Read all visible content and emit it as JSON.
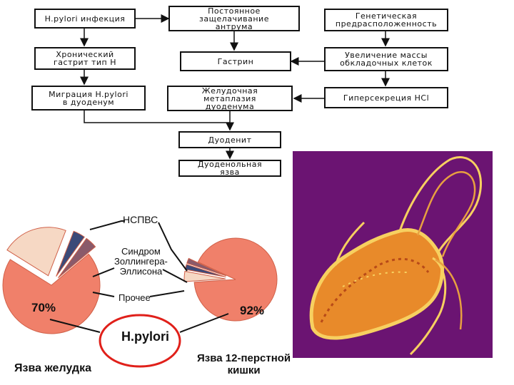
{
  "flowchart": {
    "boxes": {
      "hpylori_infection": "H.pylori инфекция",
      "acidification": "Постоянное\nзащелачивание\nантрума",
      "genetic": "Генетическая\nпредрасположенность",
      "chronic_gastritis": "Хронический\nгастрит тип Н",
      "gastrin": "Гастрин",
      "parietal_mass": "Увеличение массы\nобкладочных клеток",
      "migration": "Миграция H.pylori\nв дуоденум",
      "metaplasia": "Желудочная\nметаплазия\nдуоденума",
      "hypersecretion": "Гиперсекреция НСl",
      "duodenitis": "Дуоденит",
      "duodenal_ulcer": "Дуоденольная\nязва"
    }
  },
  "pie_section": {
    "labels": {
      "nsaid": "НСПВС",
      "zollinger": "Синдром\nЗоллингера-\nЭллисона",
      "other": "Прочее",
      "hpylori": "H.pylori"
    },
    "left": {
      "percent": "70%",
      "caption": "Язва желудка"
    },
    "right": {
      "percent": "92%",
      "caption": "Язва 12-перстной\nкишки"
    }
  },
  "chart_data": [
    {
      "type": "pie",
      "caption": "Язва желудка",
      "slices": [
        {
          "label": "H.pylori",
          "value": 70
        },
        {
          "label": "НСПВС",
          "value": 22
        },
        {
          "label": "Синдром Золлингера-Эллисона",
          "value": 4
        },
        {
          "label": "Прочее",
          "value": 4
        }
      ]
    },
    {
      "type": "pie",
      "caption": "Язва 12-перстной кишки",
      "slices": [
        {
          "label": "H.pylori",
          "value": 92
        },
        {
          "label": "НСПВС",
          "value": 4
        },
        {
          "label": "Синдром Золлингера-Эллисона",
          "value": 2
        },
        {
          "label": "Прочее",
          "value": 2
        }
      ]
    }
  ],
  "colors": {
    "pie_main": "#f0806a",
    "pie_nsaid": "#f6d8c4",
    "pie_zollinger": "#3c4a78",
    "pie_other": "#8a5a6a",
    "highlight_circle": "#e0201a",
    "photo_bg": "#6b1472",
    "bacterium": "#e88a2a"
  }
}
